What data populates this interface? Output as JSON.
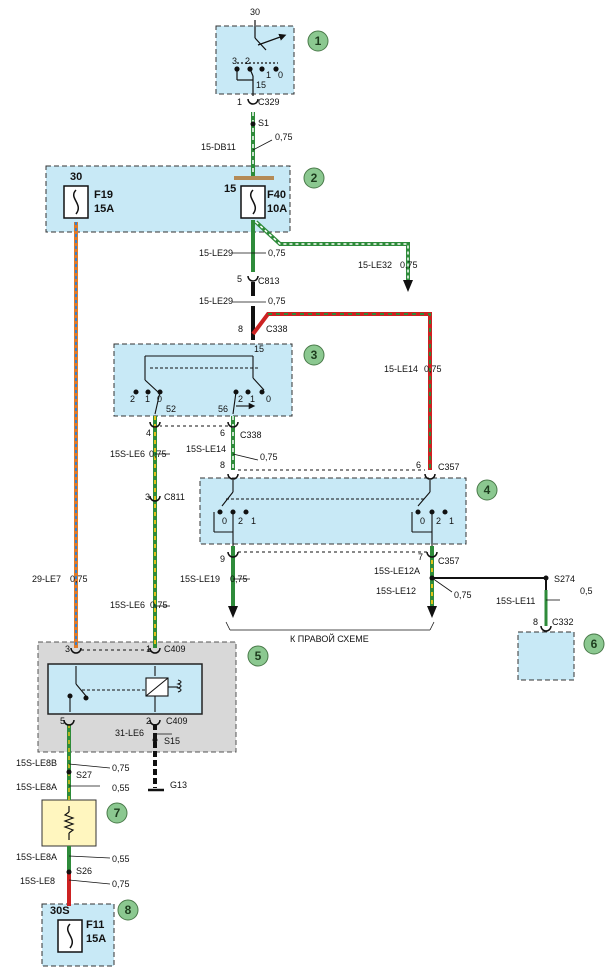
{
  "components": [
    {
      "id": "1",
      "label": "1"
    },
    {
      "id": "2",
      "label": "2"
    },
    {
      "id": "3",
      "label": "3"
    },
    {
      "id": "4",
      "label": "4"
    },
    {
      "id": "5",
      "label": "5"
    },
    {
      "id": "6",
      "label": "6"
    },
    {
      "id": "7",
      "label": "7"
    },
    {
      "id": "8",
      "label": "8"
    }
  ],
  "switch1": {
    "top_pin": "30",
    "pos3": "3",
    "pos2": "2",
    "pos1": "1",
    "pos0": "0",
    "pin15": "15"
  },
  "connectors": {
    "c329": "C329",
    "c329_pin": "1",
    "s1": "S1",
    "c813": "C813",
    "c813_pin": "5",
    "c338": "C338",
    "c338_pin8": "8",
    "c338_b": "C338",
    "c338_pin4": "4",
    "c338_pin6": "6",
    "c811": "C811",
    "c811_pin": "3",
    "c357": "C357",
    "c357_pin8": "8",
    "c357_pin6": "6",
    "c357_b": "C357",
    "c357_pin9": "9",
    "c357_pin7": "7",
    "s274": "S274",
    "c332": "C332",
    "c332_pin": "8",
    "c409": "C409",
    "c409_pin3": "3",
    "c409_pin1": "1",
    "c409_b": "C409",
    "c409_pin5": "5",
    "c409_pin2": "2",
    "s15": "S15",
    "g13": "G13",
    "s27": "S27",
    "s26": "S26"
  },
  "fuses": {
    "f19_pin": "30",
    "f19": "F19",
    "f19_rating": "15A",
    "f40_pin": "15",
    "f40": "F40",
    "f40_rating": "10A",
    "f11_pin": "30S",
    "f11": "F11",
    "f11_rating": "15A"
  },
  "switch3": {
    "pin15": "15",
    "p2a": "2",
    "p1a": "1",
    "p0a": "0",
    "p52": "52",
    "p56": "56",
    "p2b": "2",
    "p1b": "1",
    "p0b": "0"
  },
  "switch4": {
    "l0": "0",
    "l2": "2",
    "l1": "1",
    "r0": "0",
    "r2": "2",
    "r1": "1"
  },
  "wires": {
    "w15db11": "15-DB11",
    "w15db11_size": "0,75",
    "w15le29a": "15-LE29",
    "w15le29a_size": "0,75",
    "w15le32": "15-LE32",
    "w15le32_size": "0,75",
    "w15le29b": "15-LE29",
    "w15le29b_size": "0,75",
    "w15le14": "15-LE14",
    "w15le14_size": "0,75",
    "w15sle6a": "15S-LE6",
    "w15sle6a_size": "0,75",
    "w15sle14": "15S-LE14",
    "w15sle14_size": "0,75",
    "w29le7": "29-LE7",
    "w29le7_size": "0,75",
    "w15sle19": "15S-LE19",
    "w15sle19_size": "0,75",
    "w15sle12a": "15S-LE12A",
    "w15sle12": "15S-LE12",
    "w15sle12_size": "0,75",
    "w15sle11": "15S-LE11",
    "w15sle11_size": "0,5",
    "w15sle6b": "15S-LE6",
    "w15sle6b_size": "0,75",
    "w31le6": "31-LE6",
    "w15sle8b": "15S-LE8B",
    "w15sle8b_size": "0,75",
    "w15sle8a": "15S-LE8A",
    "w15sle8a_size": "0,55",
    "w15sle8a2": "15S-LE8A",
    "w15sle8a2_size": "0,55",
    "w15sle8": "15S-LE8",
    "w15sle8_size": "0,75"
  },
  "note_right_scheme": "К ПРАВОЙ СХЕМЕ",
  "colors": {
    "box_fill": "#c8e9f6",
    "box_border": "#3a3a3a",
    "badge_fill": "#8bc890",
    "green": "#2e8b3a",
    "orange": "#e07b28",
    "blue": "#3a7fc8",
    "red": "#cc2222",
    "yellow": "#e2c21a"
  }
}
